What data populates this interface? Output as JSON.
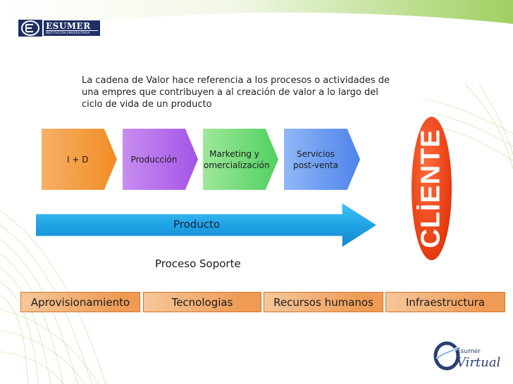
{
  "logo": {
    "name": "ESUMER",
    "subtitle": "INSTITUCION UNIVERSITARIA"
  },
  "intro_text": "La cadena de Valor hace referencia a los procesos o actividades de una empres que contribuyen a al creación de valor a lo largo del ciclo de vida de un producto",
  "value_chain": [
    {
      "label": "I + D",
      "color": "#f28c24"
    },
    {
      "label": "Producción",
      "color": "#a454e6"
    },
    {
      "label": "Marketing y\ncomercialización",
      "color": "#52d060"
    },
    {
      "label": "Servicios\npost-venta",
      "color": "#4d83ea"
    }
  ],
  "flow_arrow": {
    "label": "Producto",
    "color": "#1da1e3"
  },
  "customer": {
    "label": "CLİENTE",
    "color": "#e53a10"
  },
  "support": {
    "title": "Proceso  Soporte",
    "items": [
      "Aprovisionamiento",
      "Tecnologias",
      "Recursos humanos",
      "Infraestructura"
    ]
  },
  "footer_logo": {
    "brand": "Esumer",
    "product": "Virtual"
  },
  "background": {
    "accent": "#8cc63f"
  }
}
